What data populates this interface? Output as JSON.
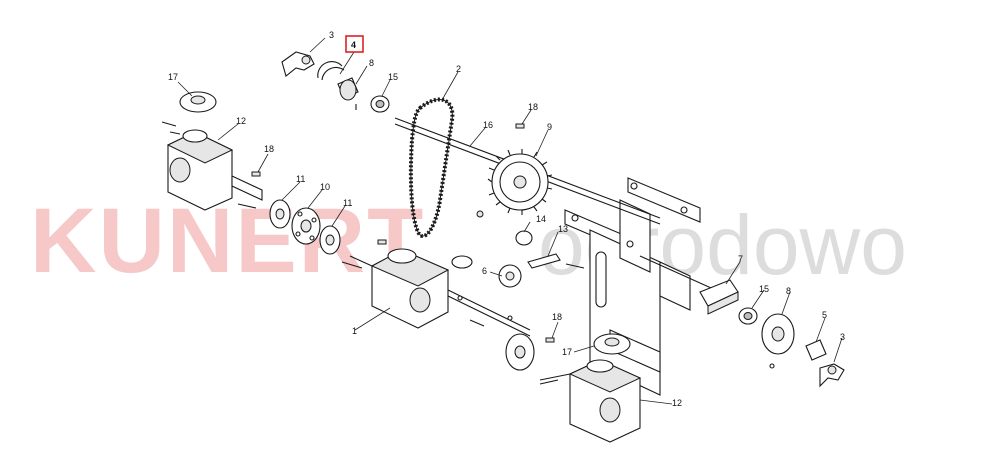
{
  "watermark": {
    "brand": "KUNERT",
    "suffix": "ogrodowo",
    "brand_color": "#f4b6b6",
    "suffix_color": "#c8c8c8"
  },
  "highlight": {
    "label": "4",
    "color": "#dd2222"
  },
  "labels": {
    "p1": "1",
    "p2": "2",
    "p3a": "3",
    "p3b": "3",
    "p5": "5",
    "p6": "6",
    "p7": "7",
    "p8a": "8",
    "p8b": "8",
    "p9": "9",
    "p10": "10",
    "p11a": "11",
    "p11b": "11",
    "p12a": "12",
    "p12b": "12",
    "p13": "13",
    "p14": "14",
    "p15a": "15",
    "p15b": "15",
    "p16": "16",
    "p17a": "17",
    "p17b": "17",
    "p18a": "18",
    "p18b": "18",
    "p18c": "18"
  }
}
